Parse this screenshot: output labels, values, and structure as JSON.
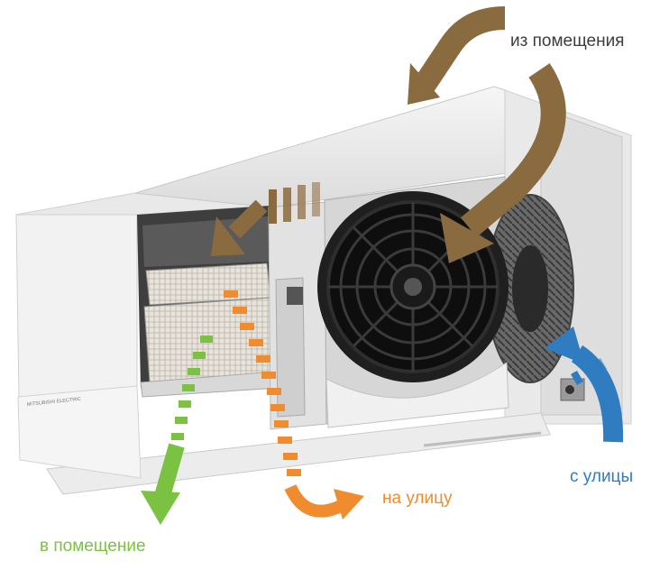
{
  "colors": {
    "brown": "#8a6a3f",
    "orange": "#f08c2e",
    "green": "#7cc242",
    "blue": "#2f7cc0"
  },
  "labels": {
    "from_room": "из помещения",
    "to_street": "на улицу",
    "from_street": "с улицы",
    "to_room": "в помещение"
  },
  "unit": {
    "brand": "MITSUBISHI ELECTRIC"
  }
}
